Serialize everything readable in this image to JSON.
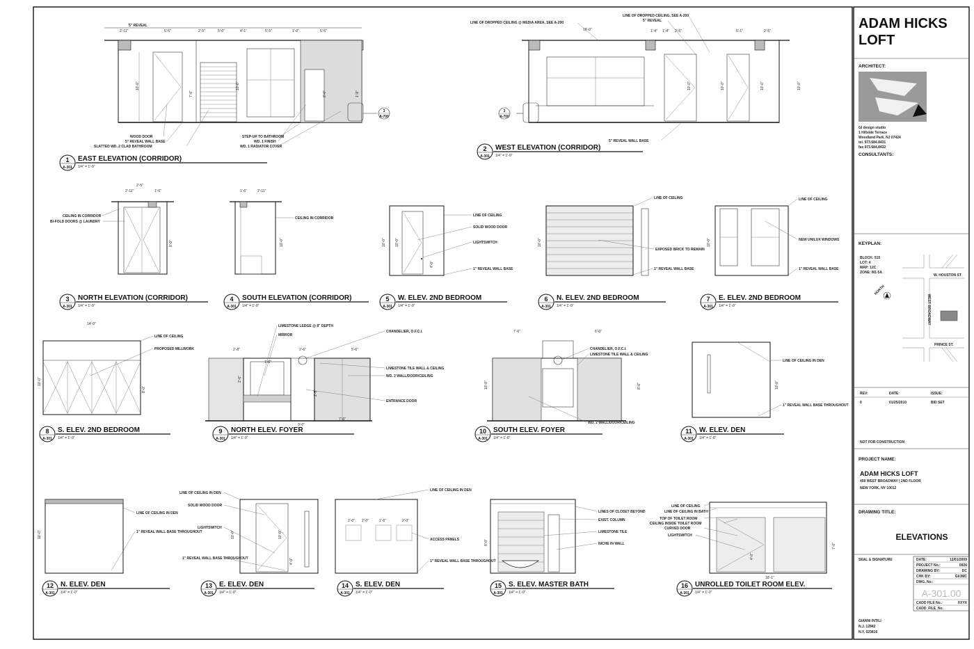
{
  "views": [
    {
      "num": "1",
      "ref": "A-301",
      "title": "EAST ELEVATION (CORRIDOR)",
      "scale": "1/4\" = 1'-0\"",
      "notes": [
        "5\" REVEAL",
        "WOOD DOOR",
        "5\" REVEAL WALL BASE",
        "SLATTED WD. 2 CLAD BATHROOM",
        "STEP-UP TO BATHROOM",
        "WD. 1 FINISH",
        "WD. 1 RADIATOR COVER"
      ],
      "dims": [
        "2'-11\"",
        "5'-5\"",
        "2'-5\"",
        "5'-0\"",
        "4'-1\"",
        "5'-5\"",
        "1'-0\"",
        "5'-5\"",
        "10'-0\"",
        "10'-0\"",
        "7'-6\"",
        "8'-0\"",
        "1'-9\""
      ]
    },
    {
      "num": "2",
      "ref": "A-301",
      "title": "WEST ELEVATION (CORRIDOR)",
      "scale": "1/4\" = 1'-0\"",
      "notes": [
        "LINE OF DROPPED CEILING @ MEDIA AREA, SEE A-200",
        "LINE OF DROPPED CEILING, SEE A-200",
        "5\" REVEAL",
        "5\" REVEAL WALL BASE"
      ],
      "dims": [
        "16'-0\"",
        "1'-4\"",
        "1'-4\"",
        "2'-5\"",
        "5'-1\"",
        "2'-5\"",
        "10'-0\"",
        "10'-0\"",
        "10'-0\"",
        "10'-0\""
      ]
    },
    {
      "num": "3",
      "ref": "A-301",
      "title": "NORTH ELEVATION (CORRIDOR)",
      "scale": "1/4\" = 1'-0\"",
      "notes": [
        "CEILING IN CORRIDOR",
        "BI-FOLD DOORS @ LAUNDRY"
      ],
      "dims": [
        "2'-5\"",
        "2'-11\"",
        "1'-6\"",
        "8'-0\""
      ]
    },
    {
      "num": "4",
      "ref": "A-301",
      "title": "SOUTH ELEVATION (CORRIDOR)",
      "scale": "1/4\" = 1'-0\"",
      "notes": [
        "CEILING IN CORRIDOR"
      ],
      "dims": [
        "1'-6\"",
        "2'-11\"",
        "10'-0\""
      ]
    },
    {
      "num": "5",
      "ref": "A-301",
      "title": "W. ELEV. 2ND BEDROOM",
      "scale": "1/4\" = 1'-0\"",
      "notes": [
        "LINE OF CEILING",
        "SOLID WOOD DOOR",
        "LIGHTSWITCH",
        "1\" REVEAL WALL BASE"
      ],
      "dims": [
        "10'-0\"",
        "10'-0\"",
        "4'-0\""
      ]
    },
    {
      "num": "6",
      "ref": "A-301",
      "title": "N. ELEV. 2ND BEDROOM",
      "scale": "1/4\" = 1'-0\"",
      "notes": [
        "LINE OF CEILING",
        "EXPOSED BRICK TO REMAIN",
        "1\" REVEAL WALL BASE"
      ],
      "dims": [
        "10'-0\""
      ]
    },
    {
      "num": "7",
      "ref": "A-301",
      "title": "E. ELEV. 2ND BEDROOM",
      "scale": "1/4\" = 1'-0\"",
      "notes": [
        "LINE OF CEILING",
        "NEW UNILUX WINDOWS",
        "1\" REVEAL WALL BASE"
      ],
      "dims": [
        "10'-0\""
      ]
    },
    {
      "num": "8",
      "ref": "A-301",
      "title": "S. ELEV. 2ND BEDROOM",
      "scale": "1/4\" = 1'-0\"",
      "notes": [
        "LINE OF CEILING",
        "PROPOSED MILLWORK"
      ],
      "dims": [
        "14'-0\"",
        "10'-0\"",
        "8'-0\""
      ]
    },
    {
      "num": "9",
      "ref": "A-301",
      "title": "NORTH ELEV. FOYER",
      "scale": "1/4\" = 1'-0\"",
      "notes": [
        "LIMESTONE LEDGE @ 8\" DEPTH",
        "MIRROR",
        "CHANDELIER, O.F.C.I.",
        "LIMESTONE TILE WALL & CEILING",
        "WD. 2 WALL/DOOR/CEILING",
        "ENTRANCE DOOR"
      ],
      "dims": [
        "2'-8\"",
        "1'-6\"",
        "2'-6\"",
        "5'-6\"",
        "2'-6\"",
        "2'-5\"",
        "3'-0\"",
        "7'-6\""
      ]
    },
    {
      "num": "10",
      "ref": "A-301",
      "title": "SOUTH ELEV. FOYER",
      "scale": "1/4\" = 1'-0\"",
      "notes": [
        "CHANDELIER, O.F.C.I.",
        "LIMESTONE TILE WALL & CEILING",
        "WD. 2 WALL/DOOR/CEILING"
      ],
      "dims": [
        "7'-6\"",
        "6'-0\"",
        "10'-0\"",
        "8'-0\""
      ]
    },
    {
      "num": "11",
      "ref": "A-301",
      "title": "W. ELEV. DEN",
      "scale": "1/4\" = 1'-0\"",
      "notes": [
        "LINE OF CEILING IN DEN",
        "1\" REVEAL WALL BASE THROUGHOUT"
      ],
      "dims": [
        "10'-0\""
      ]
    },
    {
      "num": "12",
      "ref": "A-301",
      "title": "N. ELEV. DEN",
      "scale": "1/4\" = 1'-0\"",
      "notes": [
        "LINE OF CEILING IN DEN",
        "1\" REVEAL WALL BASE THROUGHOUT"
      ],
      "dims": [
        "10'-0\""
      ]
    },
    {
      "num": "13",
      "ref": "A-301",
      "title": "E. ELEV. DEN",
      "scale": "1/4\" = 1'-0\"",
      "notes": [
        "LINE OF CEILING IN DEN",
        "SOLID WOOD DOOR",
        "LIGHTSWITCH",
        "1\" REVEAL WALL BASE THROUGHOUT"
      ],
      "dims": [
        "10'-0\"",
        "10'-0\"",
        "4'-0\""
      ]
    },
    {
      "num": "14",
      "ref": "A-301",
      "title": "S. ELEV. DEN",
      "scale": "1/4\" = 1'-0\"",
      "notes": [
        "LINE OF CEILING IN DEN",
        "ACCESS PANELS",
        "1\" REVEAL WALL BASE THROUGHOUT"
      ],
      "dims": [
        "2'-0\"",
        "2'-0\"",
        "1'-6\"",
        "2'-0\""
      ]
    },
    {
      "num": "15",
      "ref": "A-301",
      "title": "S. ELEV. MASTER BATH",
      "scale": "1/4\" = 1'-0\"",
      "notes": [
        "LINES OF CLOSET BEYOND",
        "EXIST. COLUMN",
        "LIMESTONE TILE",
        "NICHE IN WALL"
      ],
      "dims": [
        "8'-0\""
      ]
    },
    {
      "num": "16",
      "ref": "A-301",
      "title": "UNROLLED TOILET ROOM ELEV.",
      "scale": "1/4\" = 1'-0\"",
      "notes": [
        "LINE OF CEILING",
        "LINE OF CEILING IN BATH",
        "TOP OF TOILET ROOM",
        "CEILING INSIDE TOILET ROOM",
        "CURVED DOOR",
        "LIGHTSWITCH"
      ],
      "dims": [
        "18'-1\"",
        "7'-0\"",
        "4'-0\""
      ]
    }
  ],
  "callouts": [
    {
      "num": "3",
      "ref": "A-700"
    },
    {
      "num": "3",
      "ref": "A-700"
    }
  ],
  "title_block": {
    "project_big": [
      "ADAM HICKS",
      "LOFT"
    ],
    "architect_label": "ARCHITECT:",
    "firm": [
      "GI design studio",
      "1 Hillside Terrace",
      "Woodland Park, NJ 07424",
      "tel. 973.684.8431",
      "fax 973.684.8432"
    ],
    "consultants_label": "CONSULTANTS:",
    "keyplan_label": "KEYPLAN:",
    "keyplan_info": [
      "BLOCK: 515",
      "LOT: 4",
      "MAP: 12C",
      "ZONE: M1-5A"
    ],
    "keyplan_streets": [
      "W. HOUSTON ST",
      "WEST BROADWAY",
      "PRINCE ST."
    ],
    "north_label": "NORTH",
    "rev_headers": [
      "REV:",
      "DATE:",
      "ISSUE:"
    ],
    "rev_row": [
      "0",
      "01/25/2010",
      "BID SET"
    ],
    "not_for_construction": "NOT FOR CONSTRUCTION",
    "project_name_label": "PROJECT NAME:",
    "project_name": "ADAM HICKS LOFT",
    "project_address": [
      "459 WEST BROADWAY | 2ND FLOOR",
      "NEW YORK, NY 10012"
    ],
    "drawing_title_label": "DRAWING TITLE:",
    "drawing_title": "ELEVATIONS",
    "seal_label": "SEAL & SIGNATURE",
    "info_rows": [
      {
        "label": "DATE:",
        "value": "12/01/2009"
      },
      {
        "label": "PROJECT No.:",
        "value": "0926"
      },
      {
        "label": "DRAWING BY:",
        "value": "DC"
      },
      {
        "label": "CHK BY:",
        "value": "GI/JMC"
      },
      {
        "label": "DWG. No.:",
        "value": ""
      }
    ],
    "sheet_number": "A-301.00",
    "cadd_rows": [
      {
        "label": "CADD FILE No.:",
        "value": "XXYX"
      },
      {
        "label": "CADD_FILE_No.",
        "value": ""
      }
    ],
    "signer": [
      "GIANNI INTILI",
      "N.J. 12842",
      "N.Y. 023816"
    ]
  }
}
